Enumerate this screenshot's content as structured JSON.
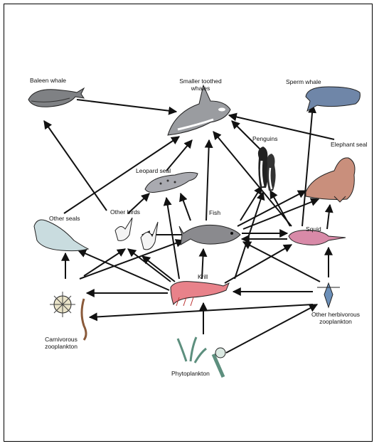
{
  "diagram": {
    "organisms": {
      "baleen_whale": "Baleen whale",
      "smaller_toothed_whales_1": "Smaller toothed",
      "smaller_toothed_whales_2": "whales",
      "sperm_whale": "Sperm whale",
      "penguins": "Penguins",
      "elephant_seal": "Elephant seal",
      "leopard_seal": "Leopard seal",
      "fish": "Fish",
      "other_seals": "Other seals",
      "other_birds": "Other birds",
      "squid": "Squid",
      "krill": "Krill",
      "carnivorous_zooplankton_1": "Carnivorous",
      "carnivorous_zooplankton_2": "zooplankton",
      "other_herbivorous_zooplankton_1": "Other herbivorous",
      "other_herbivorous_zooplankton_2": "zooplankton",
      "phytoplankton": "Phytoplankton"
    },
    "colors": {
      "line": "#111111",
      "baleen_whale": "#7f8184",
      "toothed_whale": "#9a9ca0",
      "sperm_whale": "#6f86a8",
      "elephant_seal": "#c98f7c",
      "leopard_seal": "#a9aab0",
      "other_seals": "#c9dcdf",
      "fish": "#8a8a8e",
      "squid": "#d88aa8",
      "krill": "#e8828a",
      "phytoplankton": "#7aa89a"
    }
  }
}
